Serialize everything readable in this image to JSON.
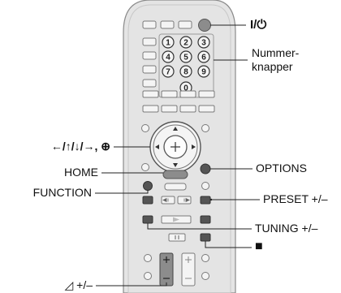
{
  "labels": {
    "power": "I/⏻",
    "numbers_line1": "Nummer-",
    "numbers_line2": "knapper",
    "navigation": "←/↑/↓/→, ⊕",
    "home": "HOME",
    "options": "OPTIONS",
    "function": "FUNCTION",
    "preset": "PRESET +/–",
    "tuning": "TUNING +/–",
    "stop": "■",
    "volume": "◿ +/–"
  },
  "keypad": [
    "1",
    "2",
    "3",
    "4",
    "5",
    "6",
    "7",
    "8",
    "9",
    "0"
  ],
  "icons": {
    "power_button": "power-icon",
    "stop_button": "stop-icon",
    "play_button": "play-icon",
    "pause_button": "pause-icon",
    "volume": "volume-icon"
  },
  "colors": {
    "remote_body": "#e4e4e4",
    "remote_outline": "#8a8a8a",
    "button": "#f4f4f4",
    "highlight_button": "#8c8c8c",
    "dark_button": "#4a4a4a",
    "line": "#222222"
  }
}
